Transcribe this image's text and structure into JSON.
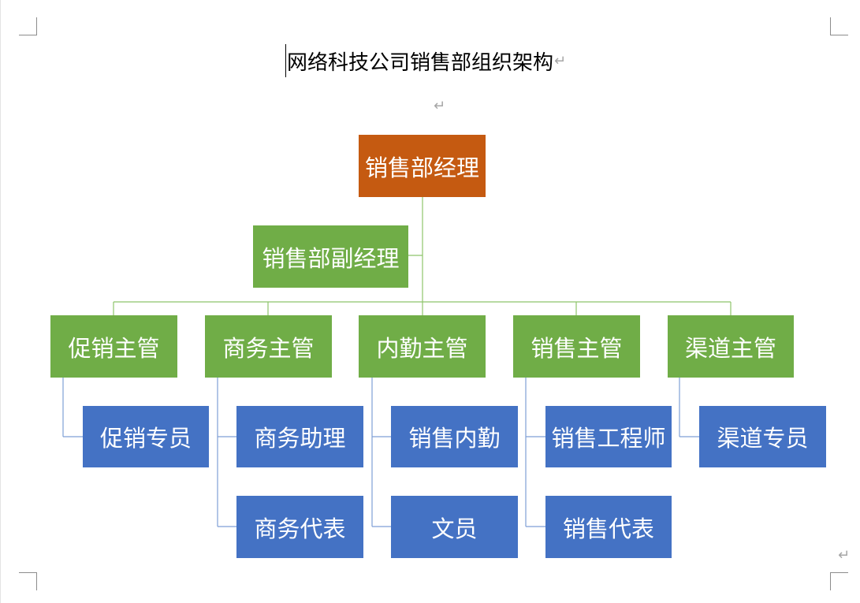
{
  "document": {
    "title": "网络科技公司销售部组织架构",
    "paragraph_mark": "↵"
  },
  "colors": {
    "manager": "#c55a11",
    "supervisor": "#70ad47",
    "staff": "#4472c4",
    "connector_green": "#8ec46a",
    "connector_blue": "#7f9fd6"
  },
  "org_chart": {
    "root": "销售部经理",
    "assistant": "销售部副经理",
    "supervisors": [
      {
        "label": "促销主管",
        "members": [
          "促销专员"
        ]
      },
      {
        "label": "商务主管",
        "members": [
          "商务助理",
          "商务代表"
        ]
      },
      {
        "label": "内勤主管",
        "members": [
          "销售内勤",
          "文员"
        ]
      },
      {
        "label": "销售主管",
        "members": [
          "销售工程师",
          "销售代表"
        ]
      },
      {
        "label": "渠道主管",
        "members": [
          "渠道专员"
        ]
      }
    ]
  }
}
